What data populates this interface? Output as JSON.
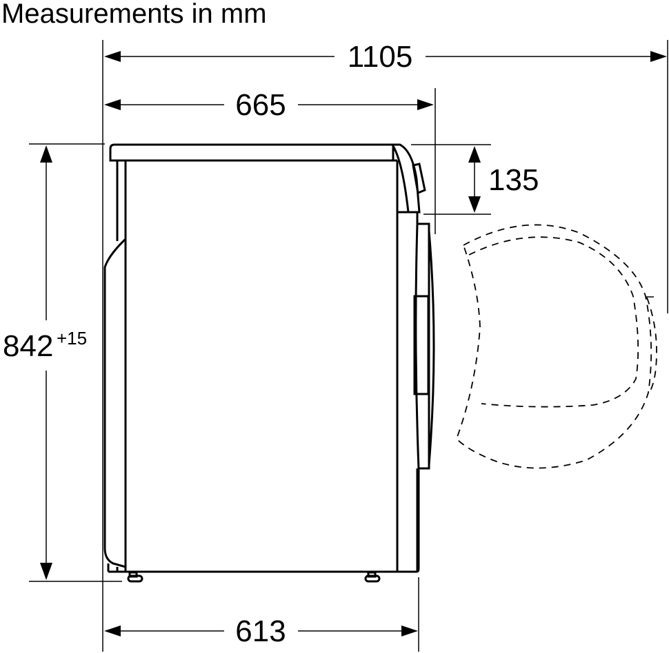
{
  "diagram": {
    "title": "Measurements in mm",
    "unit": "mm",
    "view": "side view of tumble dryer with door swing outline",
    "dimensions": {
      "total_depth_door_open": {
        "label": "1105",
        "value": 1105,
        "orientation": "horizontal"
      },
      "depth_top": {
        "label": "665",
        "value": 665,
        "orientation": "horizontal"
      },
      "control_panel_height": {
        "label": "135",
        "value": 135,
        "orientation": "vertical"
      },
      "height": {
        "label": "842",
        "superscript": "+15",
        "value": 842,
        "tolerance": "+15",
        "orientation": "vertical"
      },
      "depth_body": {
        "label": "613",
        "value": 613,
        "orientation": "horizontal"
      }
    },
    "components": [
      {
        "name": "appliance-body",
        "style": "solid"
      },
      {
        "name": "worktop",
        "style": "solid"
      },
      {
        "name": "control-panel",
        "style": "solid"
      },
      {
        "name": "front-door-closed",
        "style": "solid"
      },
      {
        "name": "door-open-outline",
        "style": "dashed"
      },
      {
        "name": "feet",
        "count": 2
      }
    ]
  }
}
